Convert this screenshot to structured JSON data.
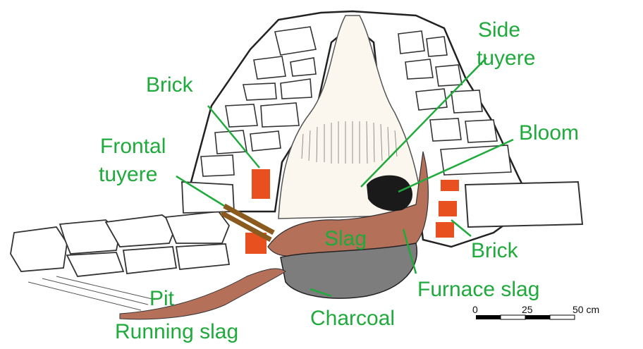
{
  "labels": {
    "brick_left": "Brick",
    "frontal_tuyere_1": "Frontal",
    "frontal_tuyere_2": "tuyere",
    "side_tuyere_1": "Side",
    "side_tuyere_2": "tuyere",
    "bloom": "Bloom",
    "slag": "Slag",
    "brick_right": "Brick",
    "furnace_slag": "Furnace slag",
    "pit": "Pit",
    "charcoal": "Charcoal",
    "running_slag": "Running slag"
  },
  "scale": {
    "t0": "0",
    "t1": "25",
    "t2": "50 cm"
  },
  "colors": {
    "label": "#1faa3c",
    "brick": "#e8511f",
    "slag": "#b5705a",
    "charcoal": "#7d7d7d",
    "bloom": "#1a1a1a",
    "line": "#1faa3c"
  }
}
